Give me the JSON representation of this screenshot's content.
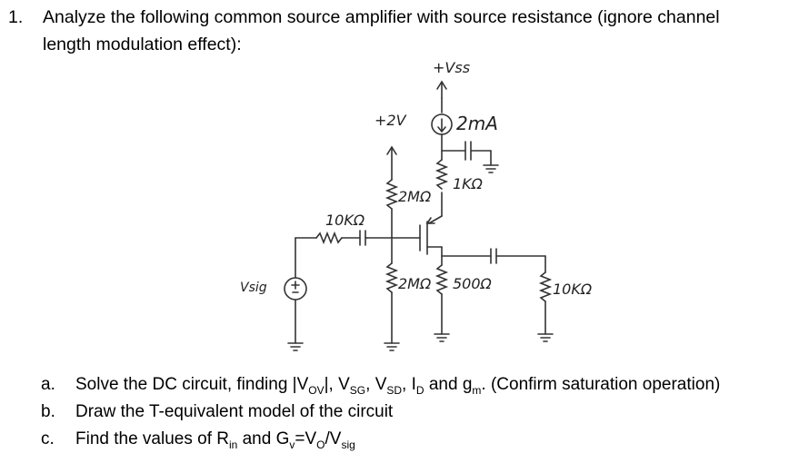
{
  "question": {
    "number": "1.",
    "text": "Analyze the following common source amplifier with source resistance (ignore channel length modulation effect):"
  },
  "circuit": {
    "supply_top": "+Vss",
    "gate_bias": "+2V",
    "current_source": "2mA",
    "r_source_top": "1KΩ",
    "r_gate_top": "2MΩ",
    "r_sig": "10KΩ",
    "v_sig": "Vsig",
    "r_gate_bottom": "2MΩ",
    "r_drain": "500Ω",
    "r_load": "10KΩ"
  },
  "parts": [
    {
      "label": "a.",
      "pre": "Solve the DC circuit, finding |V",
      "sub1": "OV",
      "mid1": "|, V",
      "sub2": "SG",
      "mid2": ", V",
      "sub3": "SD",
      "mid3": ", I",
      "sub4": "D",
      "mid4": " and g",
      "sub5": "m",
      "post": ". (Confirm saturation operation)"
    },
    {
      "label": "b.",
      "text": "Draw the T-equivalent model of the circuit"
    },
    {
      "label": "c.",
      "pre": "Find the values of R",
      "sub1": "in",
      "mid1": " and G",
      "sub2": "v",
      "mid2": "=V",
      "sub3": "O",
      "mid3": "/V",
      "sub4": "sig"
    }
  ]
}
